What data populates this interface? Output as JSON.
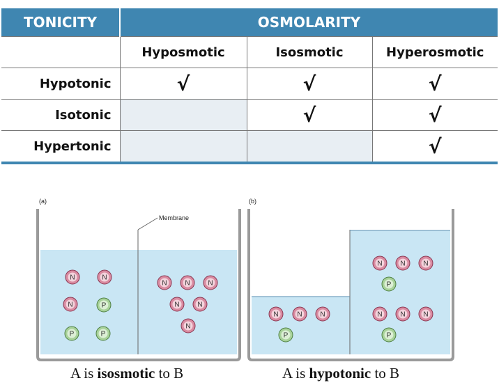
{
  "table": {
    "header_left": "TONICITY",
    "header_right": "OSMOLARITY",
    "columns": [
      "Hyposmotic",
      "Isosmotic",
      "Hyperosmotic"
    ],
    "rows": [
      {
        "label": "Hypotonic",
        "marks": [
          "√",
          "√",
          "√"
        ]
      },
      {
        "label": "Isotonic",
        "marks": [
          "",
          "√",
          "√"
        ]
      },
      {
        "label": "Hypertonic",
        "marks": [
          "",
          "",
          "√"
        ]
      }
    ],
    "header_color": "#3f86b1",
    "empty_cell_color": "#e8eef3"
  },
  "diagram": {
    "panel_a": {
      "letter": "(a)",
      "membrane_label": "Membrane",
      "caption_pre": "A is ",
      "caption_bold": "isosmotic",
      "caption_post": " to B"
    },
    "panel_b": {
      "letter": "(b)",
      "caption_pre": "A is ",
      "caption_bold": "hypotonic",
      "caption_post": " to B"
    },
    "particle_N": "N",
    "particle_P": "P",
    "water_color": "#c9e6f4",
    "n_particle_color": "#d98ba1",
    "p_particle_color": "#a8d29a"
  }
}
